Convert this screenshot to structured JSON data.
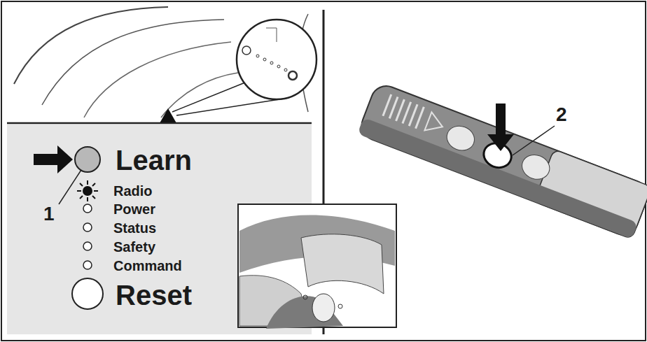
{
  "diagram": {
    "labels": [
      "Learn",
      "Radio",
      "Power",
      "Status",
      "Safety",
      "Command",
      "Reset",
      "1",
      "2"
    ]
  }
}
